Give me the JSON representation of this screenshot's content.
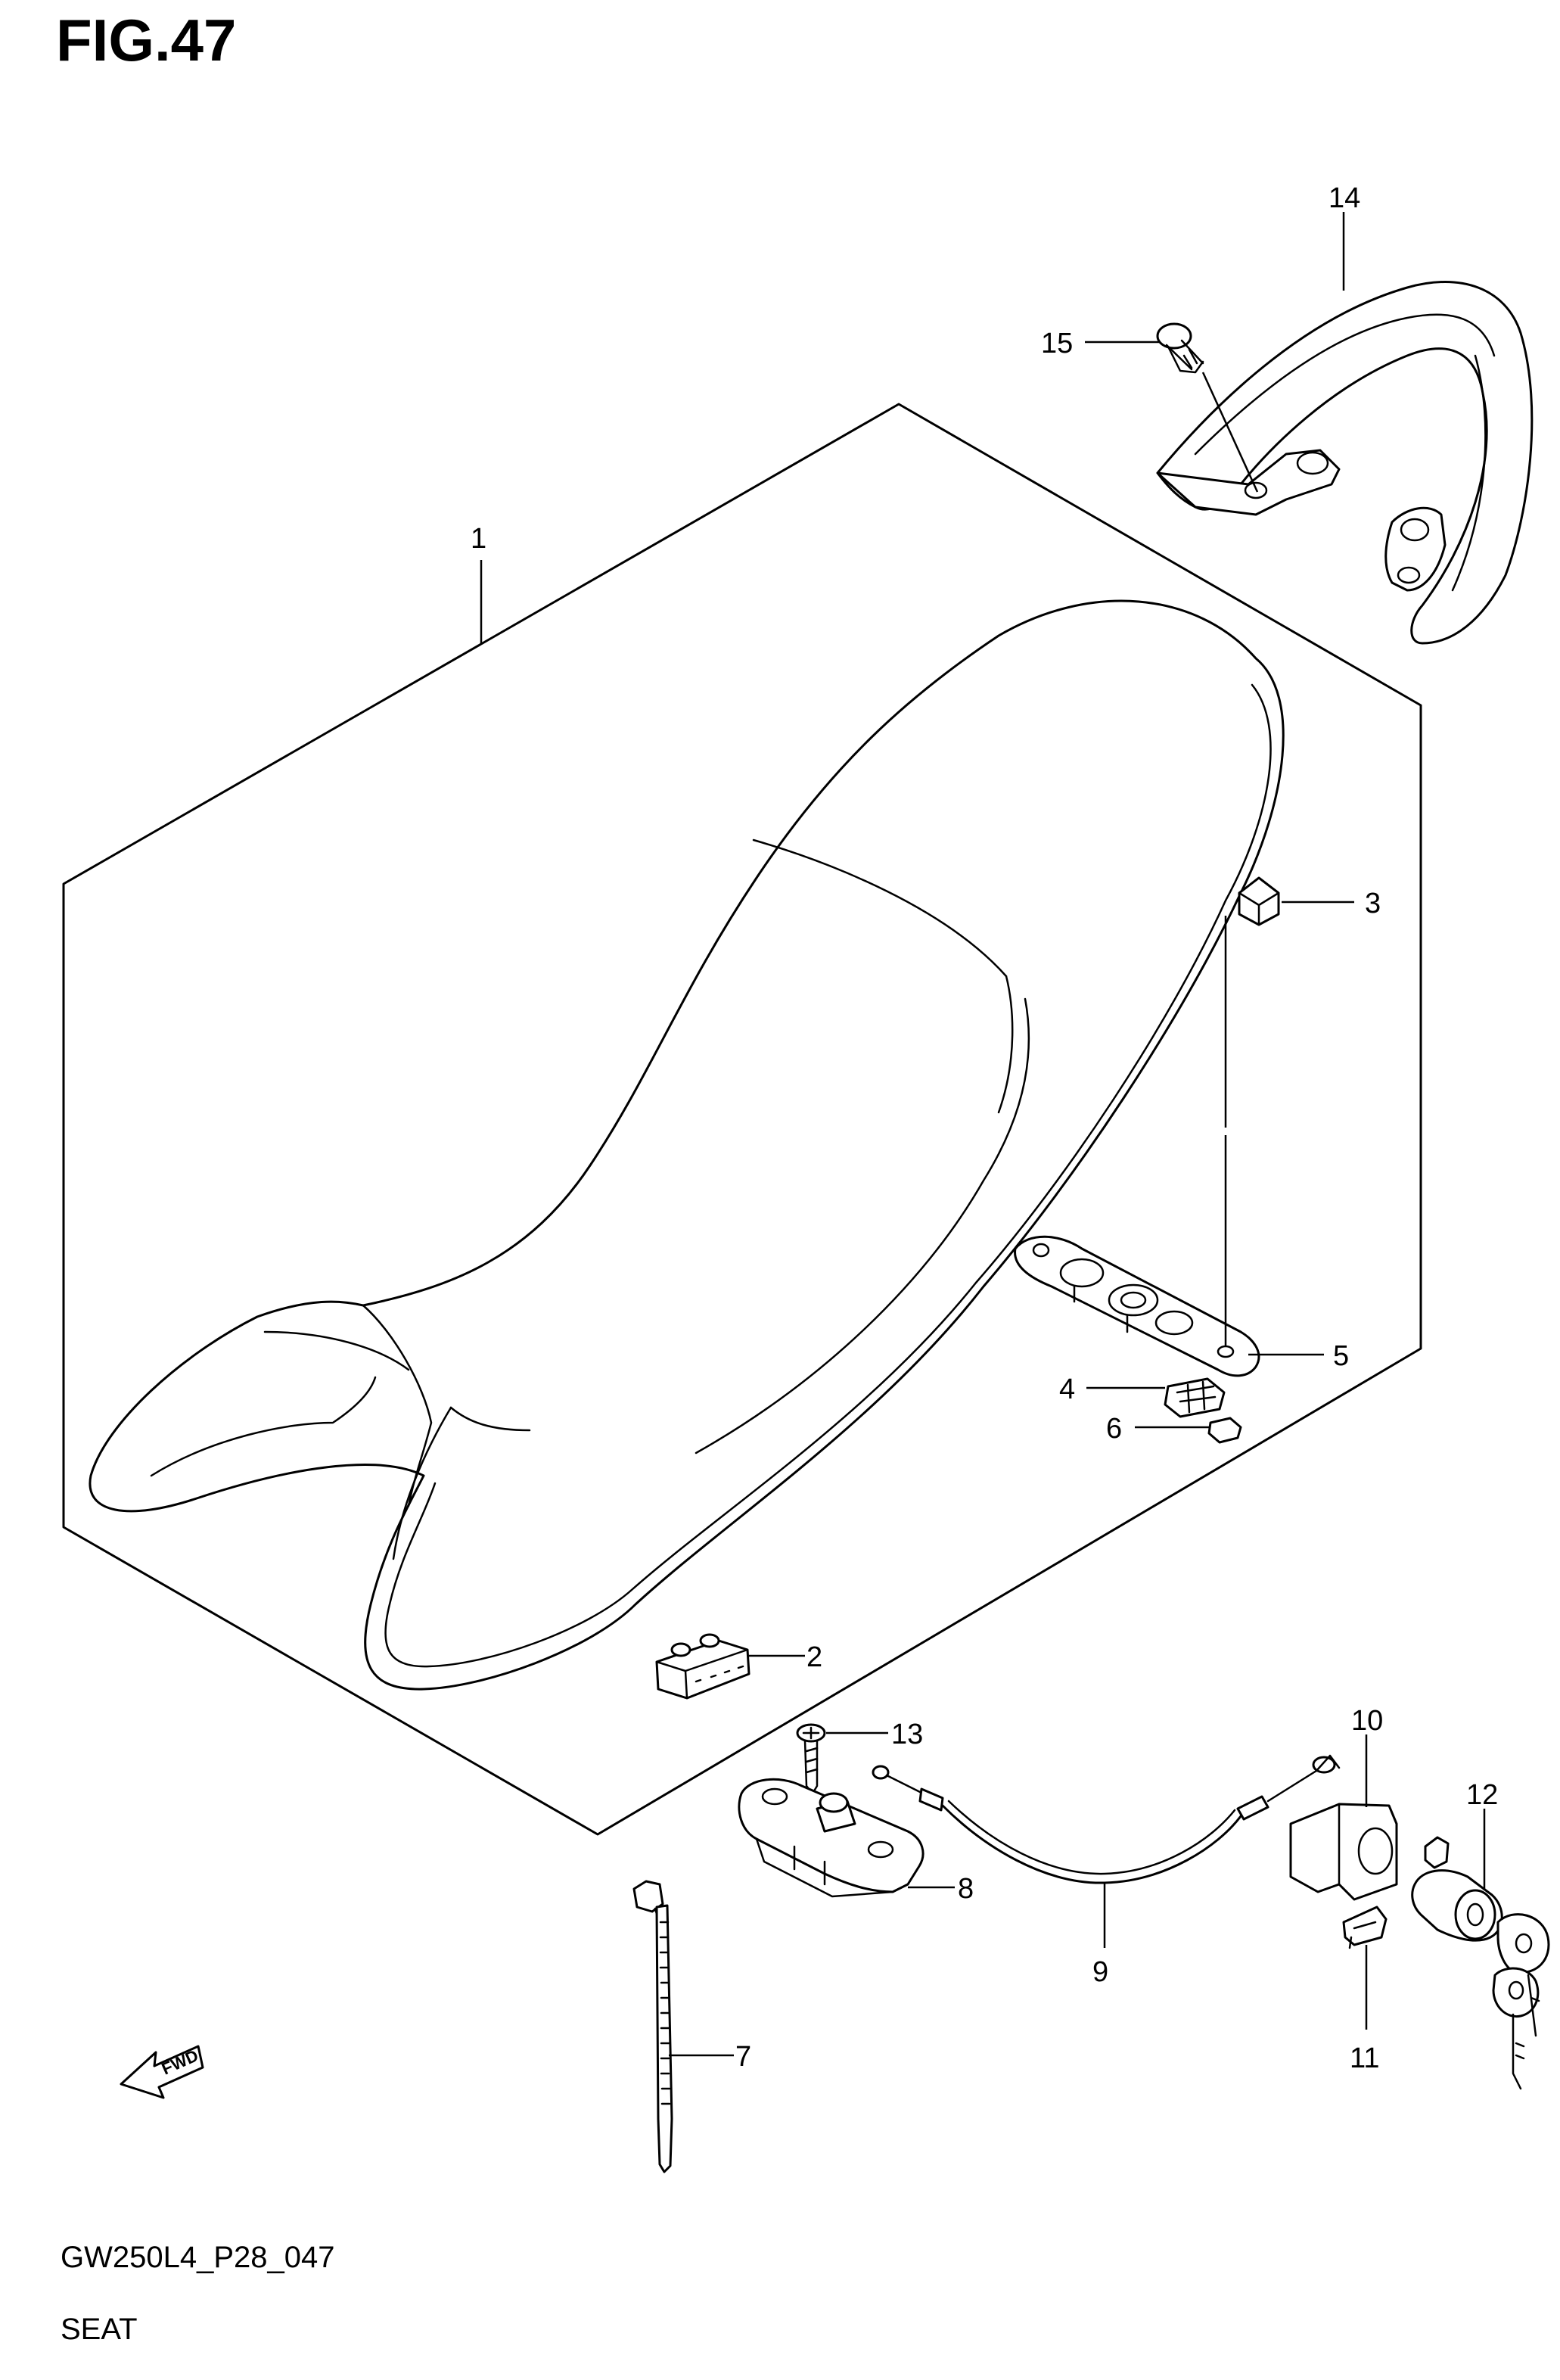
{
  "figure": {
    "title": "FIG.47",
    "code": "GW250L4_P28_047",
    "section": "SEAT"
  },
  "parts": [
    {
      "ref": "1",
      "name": "seat-assembly"
    },
    {
      "ref": "2",
      "name": "seat-cushion-rubber"
    },
    {
      "ref": "3",
      "name": "rubber-cushion"
    },
    {
      "ref": "4",
      "name": "nut-clip"
    },
    {
      "ref": "5",
      "name": "seat-hook-plate"
    },
    {
      "ref": "6",
      "name": "nut"
    },
    {
      "ref": "7",
      "name": "cable-tie-band"
    },
    {
      "ref": "8",
      "name": "seat-lock-assembly"
    },
    {
      "ref": "9",
      "name": "seat-lock-cable"
    },
    {
      "ref": "10",
      "name": "lock-bracket"
    },
    {
      "ref": "11",
      "name": "cable-clamp"
    },
    {
      "ref": "12",
      "name": "seat-lock-key-set"
    },
    {
      "ref": "13",
      "name": "screw"
    },
    {
      "ref": "14",
      "name": "pillion-grab-rail"
    },
    {
      "ref": "15",
      "name": "bolt"
    }
  ],
  "fwd_arrow": {
    "label": "FWD"
  }
}
